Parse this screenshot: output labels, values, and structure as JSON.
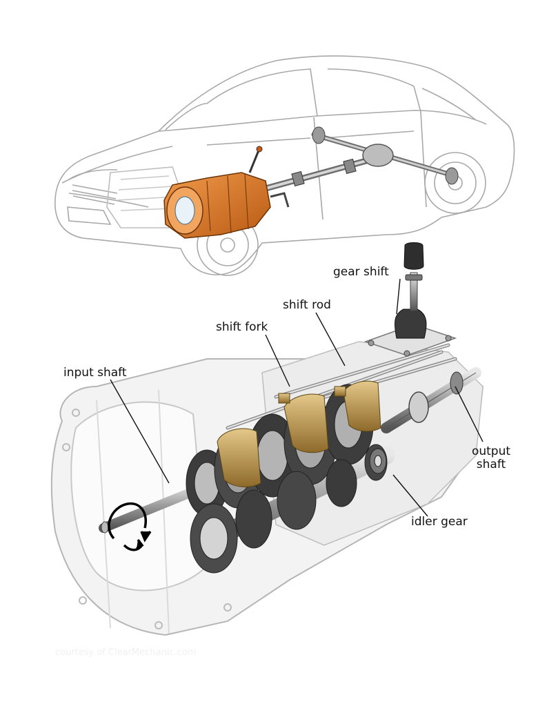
{
  "labels": {
    "gear_shift": "gear shift",
    "shift_rod": "shift rod",
    "shift_fork": "shift fork",
    "input_shaft": "input shaft",
    "output_shaft_line1": "output",
    "output_shaft_line2": "shaft",
    "idler_gear": "idler gear"
  },
  "credit": "courtesy of ClearMechanic.com",
  "colors": {
    "transmission_highlight": "#d9772a",
    "shift_fork": "#c9a35a",
    "outline": "#9a9a9a",
    "gear_dark": "#3c3c3c",
    "leader_line": "#111111"
  },
  "icons": [
    "car-outline-icon",
    "transmission-cutaway-icon",
    "rotation-arrow-icon"
  ]
}
